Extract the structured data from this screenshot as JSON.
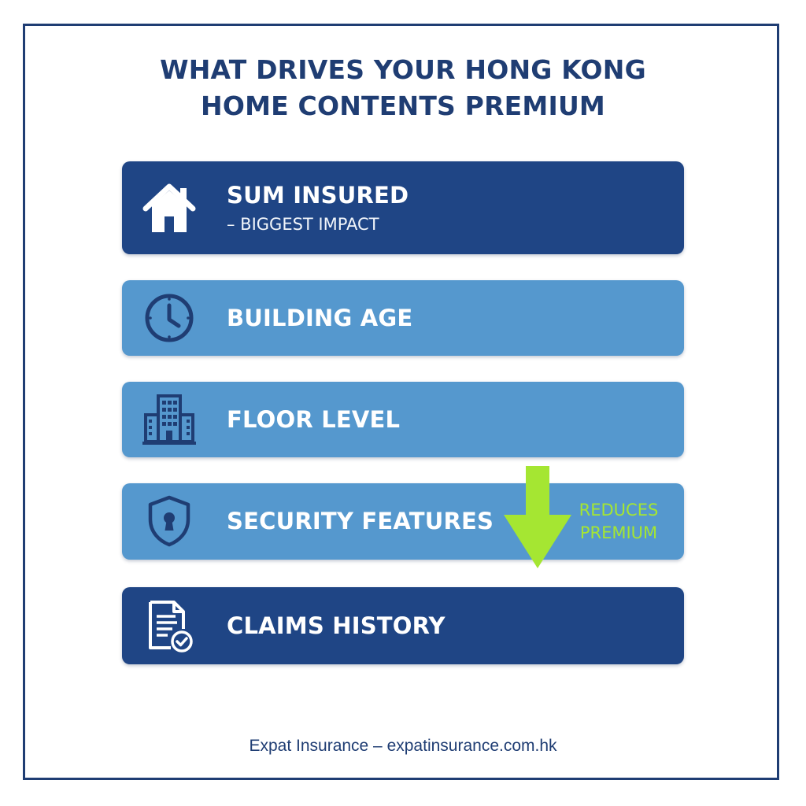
{
  "title": {
    "line1": "WHAT DRIVES YOUR HONG KONG",
    "line2": "HOME CONTENTS PREMIUM"
  },
  "factors": [
    {
      "label": "SUM INSURED",
      "sublabel": "– BIGGEST IMPACT",
      "icon": "house-icon",
      "style": "dark"
    },
    {
      "label": "BUILDING AGE",
      "icon": "clock-icon",
      "style": "light"
    },
    {
      "label": "FLOOR LEVEL",
      "icon": "building-icon",
      "style": "light"
    },
    {
      "label": "SECURITY FEATURES",
      "icon": "shield-keyhole-icon",
      "style": "light",
      "note": {
        "line1": "REDUCES",
        "line2": "PREMIUM"
      },
      "note_icon": "down-arrow-icon"
    },
    {
      "label": "CLAIMS HISTORY",
      "icon": "document-check-icon",
      "style": "dark"
    }
  ],
  "footer": "Expat Insurance – expatinsurance.com.hk",
  "colors": {
    "navy": "#1f4585",
    "light_blue": "#5598ce",
    "text_navy": "#1f3d73",
    "accent_green": "#a5e632"
  }
}
